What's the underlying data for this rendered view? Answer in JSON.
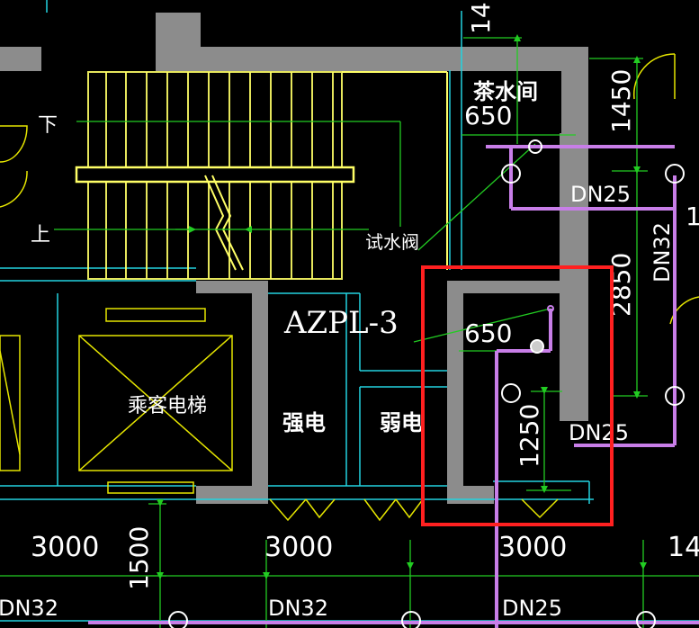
{
  "room_labels": {
    "pump_room": "茶水间",
    "elevator": "乘客电梯",
    "strong_elec": "强电",
    "weak_elec": "弱电",
    "test_valve": "试水阀",
    "riser": "AZPL-3",
    "stair_down": "下",
    "stair_up": "上"
  },
  "dimensions": {
    "d650_top": "650",
    "d650_mid": "650",
    "d1450": "1450",
    "d2850": "2850",
    "d1250": "1250",
    "d1500": "1500",
    "d3000_a": "3000",
    "d3000_b": "3000",
    "d3000_c": "3000",
    "d14_bottom": "14",
    "d14_top": "14",
    "d1_right": "1"
  },
  "pipes": {
    "dn25_top": "DN25",
    "dn25_mid": "DN25",
    "dn25_bottom": "DN25",
    "dn32_right": "DN32",
    "dn32_bottom_left": "DN32",
    "dn32_bottom_mid": "DN32"
  },
  "colors": {
    "background": "#000000",
    "wall": "#8c8c8c",
    "pipe": "#c87ee8",
    "stair": "#ffff66",
    "cyan": "#22d3e0",
    "dim": "#22cc22",
    "highlight": "#ff2020",
    "elevator": "#e6e600"
  }
}
